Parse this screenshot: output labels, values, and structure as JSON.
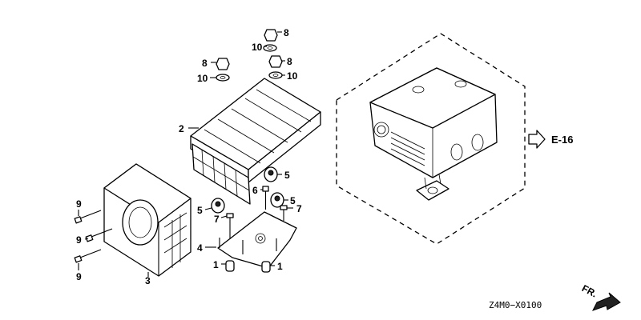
{
  "callouts": {
    "c1a": "1",
    "c1b": "1",
    "c2": "2",
    "c3": "3",
    "c4": "4",
    "c5a": "5",
    "c5b": "5",
    "c5c": "5",
    "c6": "6",
    "c7a": "7",
    "c7b": "7",
    "c8a": "8",
    "c8b": "8",
    "c8c": "8",
    "c9a": "9",
    "c9b": "9",
    "c9c": "9",
    "c10a": "10",
    "c10b": "10",
    "c10c": "10"
  },
  "reference": "E-16",
  "drawing_code": "Z4M0−X0100",
  "direction_label": "FR."
}
